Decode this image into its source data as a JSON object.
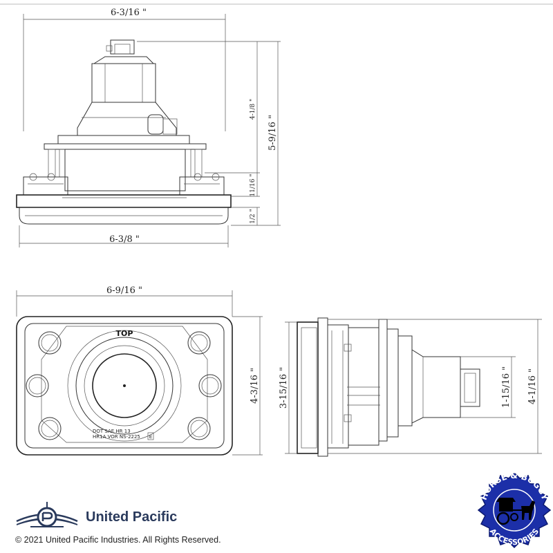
{
  "dimensions": {
    "front_top_width": "6-3/16 \"",
    "front_bottom_width": "6-3/8 \"",
    "front_height_upper": "4-1/8 \"",
    "front_height_total": "5-9/16 \"",
    "front_height_mount": "11/16 \"",
    "front_height_lens": "1/2 \"",
    "face_width": "6-9/16 \"",
    "face_height": "4-3/16 \"",
    "side_left_height": "3-15/16 \"",
    "side_plug_height": "1-15/16 \"",
    "side_total_height": "4-1/16 \""
  },
  "lens_markings": {
    "top": "TOP",
    "line1": "DOT SAE HR 13",
    "line2": "HR1A VOR NS-2225",
    "box": "E"
  },
  "brand": {
    "name": "United Pacific",
    "copyright": "© 2021 United Pacific Industries. All Rights Reserved."
  },
  "badge": {
    "top_text": "HORSE & BUGGY",
    "bottom_text": "ACCESSORIES",
    "primary_color": "#1c2fa8",
    "accent_color": "#000000"
  }
}
